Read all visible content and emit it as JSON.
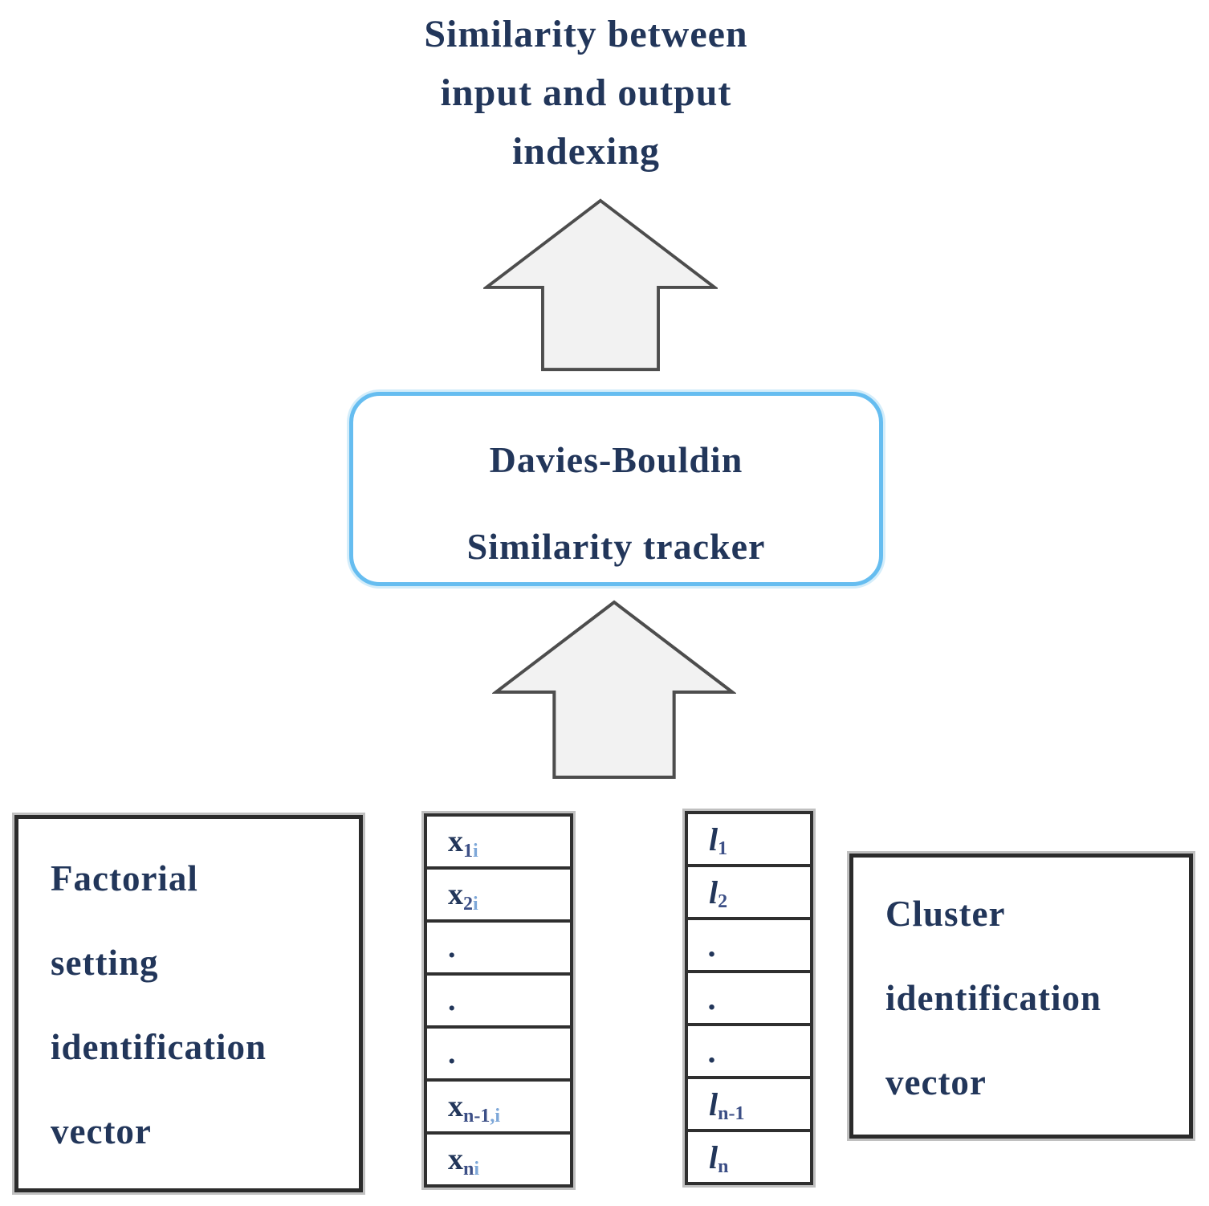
{
  "diagram": {
    "title_lines": [
      "Similarity between",
      "input and output",
      "indexing"
    ],
    "tracker_box": {
      "line1": "Davies-Bouldin",
      "line2": "Similarity tracker"
    },
    "left_box": {
      "lines": [
        "Factorial",
        "setting",
        "identification",
        "vector"
      ]
    },
    "right_box": {
      "lines": [
        "Cluster",
        "identification",
        "vector"
      ]
    },
    "x_vector": {
      "cells": [
        {
          "base": "x",
          "sub": "1",
          "sub_light": "i"
        },
        {
          "base": "x",
          "sub": "2",
          "sub_light": "i"
        },
        {
          "base": ".",
          "sub": "",
          "sub_light": ""
        },
        {
          "base": ".",
          "sub": "",
          "sub_light": ""
        },
        {
          "base": ".",
          "sub": "",
          "sub_light": ""
        },
        {
          "base": "x",
          "sub": "n-1",
          "sub_light": ",i"
        },
        {
          "base": "x",
          "sub": "n",
          "sub_light": "i"
        }
      ]
    },
    "l_vector": {
      "cells": [
        {
          "base": "l",
          "sub": "1"
        },
        {
          "base": "l",
          "sub": "2"
        },
        {
          "base": ".",
          "sub": ""
        },
        {
          "base": ".",
          "sub": ""
        },
        {
          "base": ".",
          "sub": ""
        },
        {
          "base": "l",
          "sub": "n-1"
        },
        {
          "base": "l",
          "sub": "n"
        }
      ]
    },
    "colors": {
      "text": "#22365a",
      "tracker_border": "#66bdf0",
      "box_border": "#2b2b2b",
      "arrow_fill": "#f2f2f2",
      "arrow_stroke": "#4d4d4d",
      "subscript_light": "#7da7d8"
    }
  }
}
